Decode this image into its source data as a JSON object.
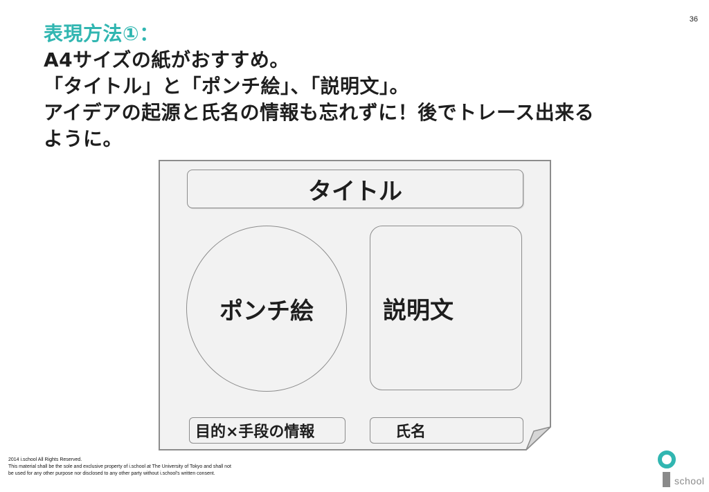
{
  "page_number": "36",
  "heading": {
    "accent_line": "表現方法①：",
    "lines": [
      "A4サイズの紙がおすすめ。",
      "「タイトル」と「ポンチ絵」、「説明文」。",
      "アイデアの起源と氏名の情報も忘れずに！後でトレース出来る",
      "ように。"
    ]
  },
  "illustration": {
    "title_label": "タイトル",
    "ponchi_label": "ポンチ絵",
    "description_label": "説明文",
    "purpose_label": "目的×手段の情報",
    "name_label": "氏名"
  },
  "footer": {
    "line1": "2014 i.school All Rights Reserved.",
    "line2": "This material shall be the sole and exclusive property of i.school at The University of Tokyo and shall not",
    "line3": "be used for any other purpose nor disclosed to any other party without i.school's written consent."
  },
  "logo": {
    "brand_text": "school"
  },
  "colors": {
    "accent": "#31b6b1",
    "paper_fill": "#f2f2f2",
    "border": "#8c8c8c"
  }
}
